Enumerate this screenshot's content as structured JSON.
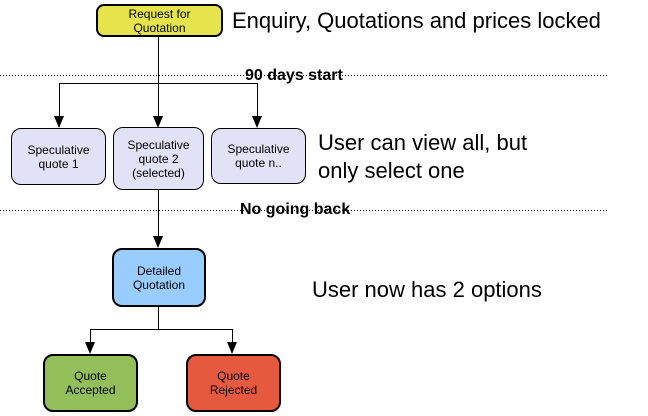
{
  "diagram": {
    "nodes": {
      "request_for_quotation": {
        "label": "Request for\nQuotation",
        "color": "#e6e44c"
      },
      "speculative_quote_1": {
        "label": "Speculative\nquote 1",
        "color": "#e2e2f7"
      },
      "speculative_quote_2": {
        "label": "Speculative\nquote 2\n(selected)",
        "color": "#e2e2f7"
      },
      "speculative_quote_n": {
        "label": "Speculative\nquote n..",
        "color": "#e2e2f7"
      },
      "detailed_quotation": {
        "label": "Detailed\nQuotation",
        "color": "#99ccff"
      },
      "quote_accepted": {
        "label": "Quote\nAccepted",
        "color": "#92bf5a"
      },
      "quote_rejected": {
        "label": "Quote\nRejected",
        "color": "#e55a3e"
      }
    },
    "annotations": {
      "enquiry": "Enquiry, Quotations and prices locked",
      "days_start": "90 days start",
      "view_all": "User can view all, but\nonly select one",
      "no_going_back": "No going back",
      "two_options": "User now has 2 options"
    },
    "line_color": "#000000",
    "background_color": "#ffffff"
  }
}
